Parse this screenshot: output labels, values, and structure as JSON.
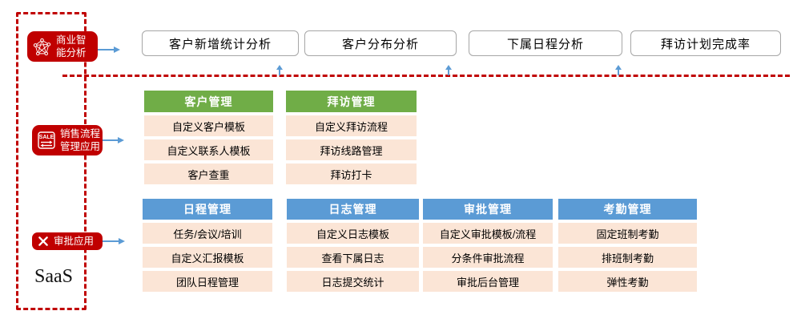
{
  "left_panel": {
    "badges": [
      {
        "icon": "network-graph-icon",
        "label_lines": [
          "商业智",
          "能分析"
        ]
      },
      {
        "icon": "sale-settings-icon",
        "label_lines": [
          "销售流程",
          "管理应用"
        ]
      },
      {
        "icon": "crossed-tools-icon",
        "label_lines": [
          "审批应用"
        ]
      }
    ],
    "platform_label": "SaaS"
  },
  "analysis_row": {
    "boxes": [
      "客户新增统计分析",
      "客户分布分析",
      "下属日程分析",
      "拜访计划完成率"
    ]
  },
  "sales_section": {
    "tables": [
      {
        "title": "客户管理",
        "rows": [
          "自定义客户模板",
          "自定义联系人模板",
          "客户查重"
        ]
      },
      {
        "title": "拜访管理",
        "rows": [
          "自定义拜访流程",
          "拜访线路管理",
          "拜访打卡"
        ]
      }
    ]
  },
  "approval_section": {
    "tables": [
      {
        "title": "日程管理",
        "rows": [
          "任务/会议/培训",
          "自定义汇报模板",
          "团队日程管理"
        ]
      },
      {
        "title": "日志管理",
        "rows": [
          "自定义日志模板",
          "查看下属日志",
          "日志提交统计"
        ]
      },
      {
        "title": "审批管理",
        "rows": [
          "自定义审批模板/流程",
          "分条件审批流程",
          "审批后台管理"
        ]
      },
      {
        "title": "考勤管理",
        "rows": [
          "固定班制考勤",
          "排班制考勤",
          "弹性考勤"
        ]
      }
    ]
  },
  "colors": {
    "boundary_red": "#C00000",
    "green_header": "#70AD47",
    "blue_header": "#5B9BD5",
    "row_peach": "#FBE5D6",
    "arrow_blue": "#5B9BD5",
    "box_border_gray": "#A6A6A6"
  }
}
